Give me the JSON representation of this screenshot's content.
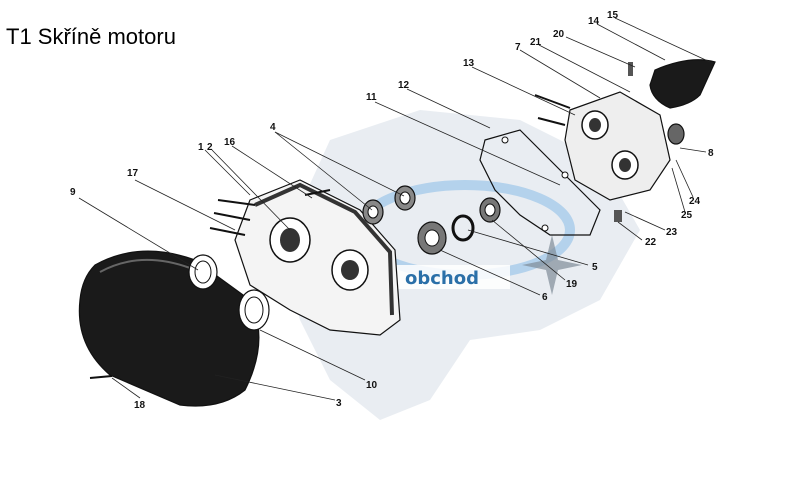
{
  "title": "T1 Skříně motoru",
  "watermark": {
    "text": "obchod",
    "color": "#2a6fa8"
  },
  "callouts": [
    "1",
    "2",
    "3",
    "4",
    "5",
    "6",
    "7",
    "8",
    "9",
    "10",
    "11",
    "12",
    "13",
    "14",
    "15",
    "16",
    "17",
    "18",
    "19",
    "20",
    "21",
    "22",
    "23",
    "24",
    "25"
  ]
}
